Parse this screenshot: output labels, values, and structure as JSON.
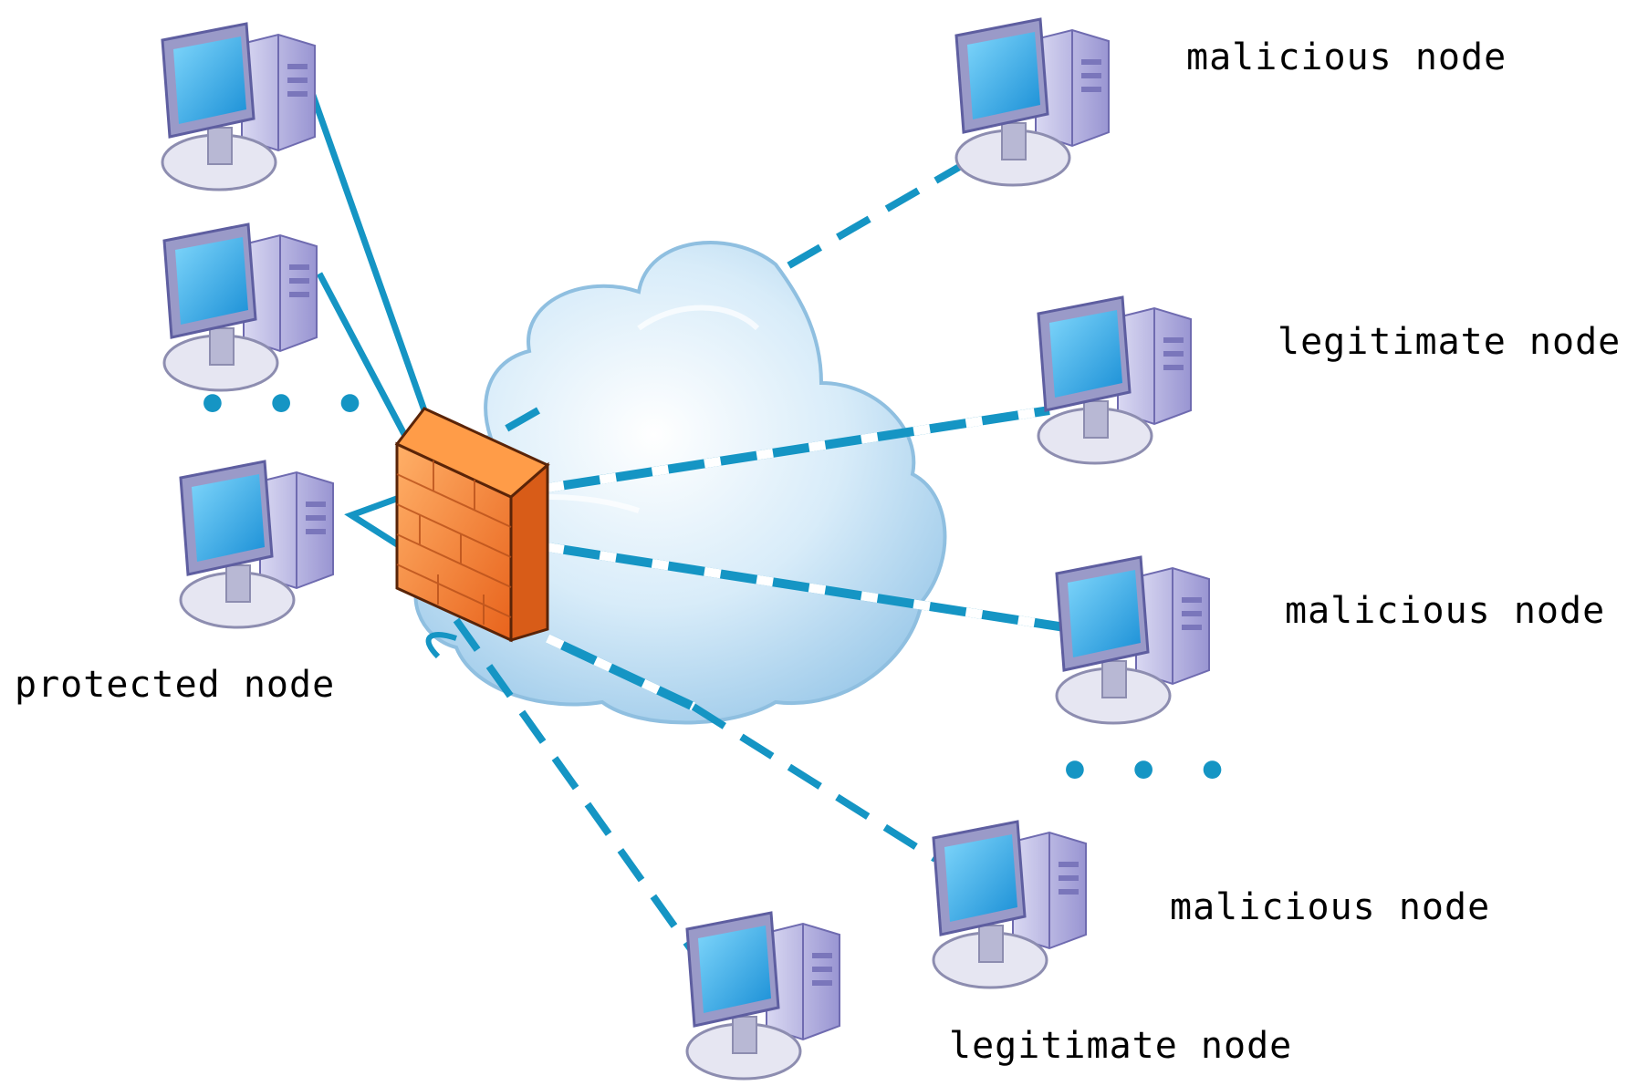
{
  "labels": {
    "protected": "protected node",
    "r1": "malicious node",
    "r2": "legitimate node",
    "r3": "malicious node",
    "r4": "malicious node",
    "r5": "legitimate node"
  },
  "ellipsis": "• • •",
  "colors": {
    "link": "#1595c4",
    "firewall": "#f07a2c",
    "cloud": "#cfe6f6",
    "screen": "#22a9e6",
    "case": "#a9a6dc"
  },
  "icons": [
    "computer-icon",
    "firewall-icon",
    "cloud-icon"
  ]
}
